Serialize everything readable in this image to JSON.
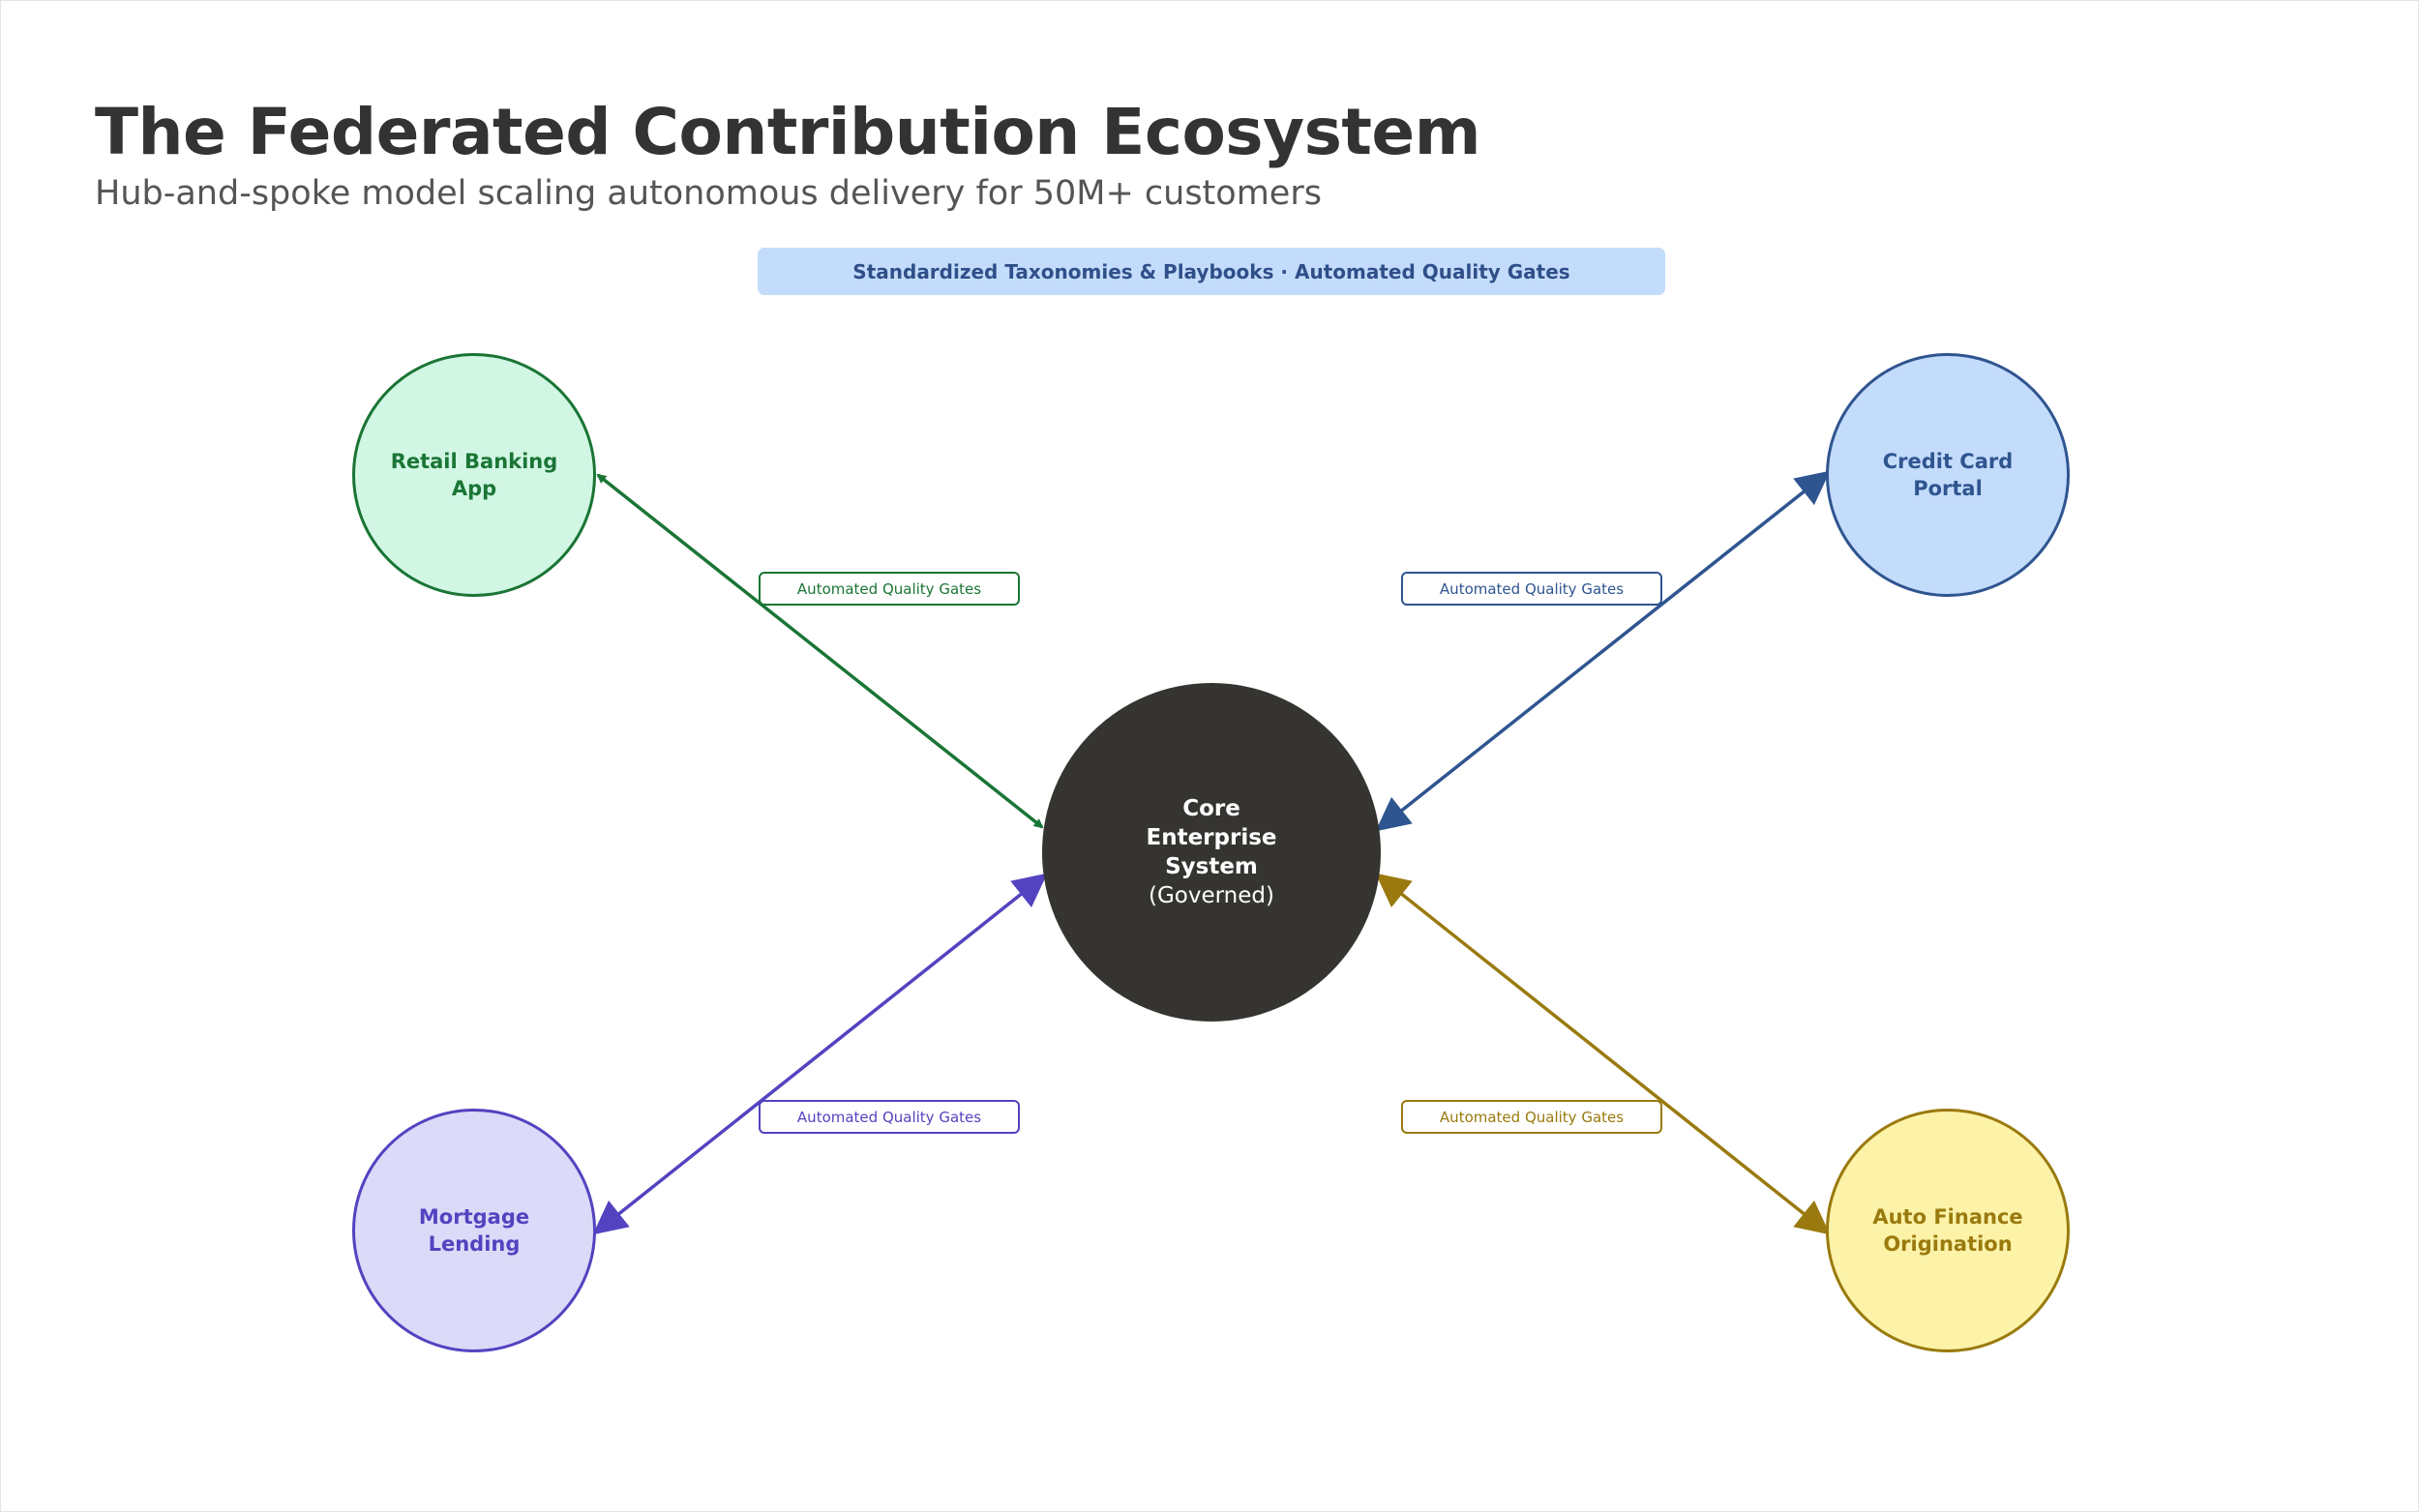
{
  "header": {
    "title": "The Federated Contribution Ecosystem",
    "subtitle": "Hub-and-spoke model scaling autonomous delivery for 50M+ customers"
  },
  "banner": {
    "text": "Standardized Taxonomies & Playbooks · Automated Quality Gates"
  },
  "hub": {
    "label": "Core Enterprise System",
    "sublabel": "(Governed)",
    "color": "#353431"
  },
  "spokes": [
    {
      "id": "retail",
      "label": "Retail Banking App",
      "gate_label": "Automated Quality Gates",
      "color": "#1a7535",
      "fill": "#d1f7e4"
    },
    {
      "id": "credit",
      "label": "Credit Card Portal",
      "gate_label": "Automated Quality Gates",
      "color": "#2f5590",
      "fill": "#c4dcfb"
    },
    {
      "id": "mortgage",
      "label": "Mortgage Lending",
      "gate_label": "Automated Quality Gates",
      "color": "#5343c0",
      "fill": "#dcdaf8"
    },
    {
      "id": "auto",
      "label": "Auto Finance Origination",
      "gate_label": "Automated Quality Gates",
      "color": "#9a7a0e",
      "fill": "#fcf3a8"
    }
  ],
  "connectors": "bidirectional"
}
